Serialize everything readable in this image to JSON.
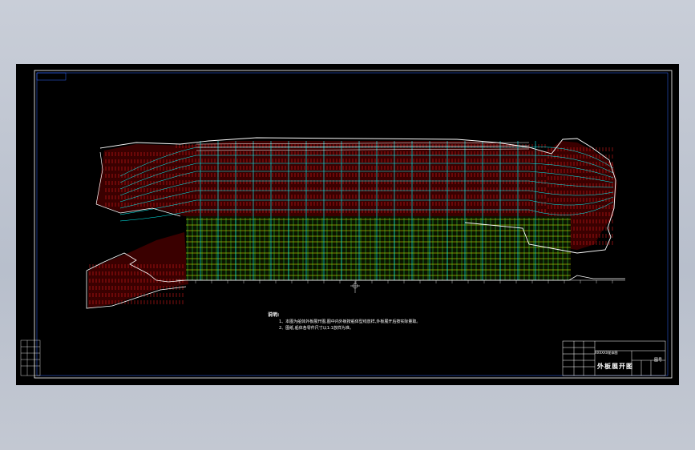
{
  "sheet": {
    "notes_heading": "说明:",
    "notes": [
      "1、本图为船体外板展开图,图中内外板按船体型线放样,外板展开后按实际量取。",
      "2、图纸,船体各零件尺寸以1:1放样为准。"
    ],
    "title_block": {
      "title": "外板展开图",
      "project": "XXXXXX船体图",
      "code": "图号"
    }
  },
  "colors": {
    "background": "#000000",
    "frame": "#ffffff",
    "shell_red": "#ff2020",
    "waterline_cyan": "#00ffff",
    "lower_yellow": "#ffff00",
    "lower_green": "#40ff40",
    "outline_white": "#ffffff"
  }
}
